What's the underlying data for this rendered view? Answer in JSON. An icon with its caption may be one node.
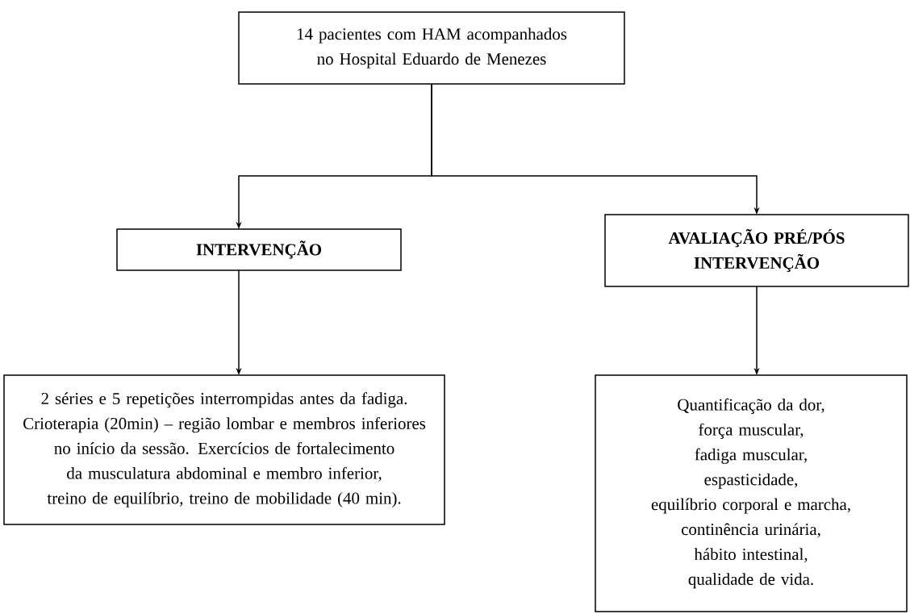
{
  "diagram": {
    "nodes": [
      {
        "text": [
          "14 pacientes com HAM acompanhados no Hospital Eduardo de Menezes"
        ]
      },
      {
        "text": [
          "INTERVENÇÃO"
        ]
      },
      {
        "text": [
          "AVALIAÇÃO PRÉ/PÓS INTERVENÇÃO"
        ]
      },
      {
        "text": [
          "2 séries e 5 repetições interrompidas antes da fadiga.",
          "Crioterapia (20min) – região lombar e membros inferiores no início da sessão. Exercícios de fortalecimento da musculatura abdominal e membro inferior, treino de equilíbrio, treino de mobilidade (40 min)."
        ]
      },
      {
        "text": [
          "Quantificação da dor,",
          "força muscular,",
          "fadiga muscular,",
          "espasticidade,",
          "equilíbrio corporal e marcha,",
          "continência urinária,",
          "hábito intestinal,",
          "qualidade de vida."
        ]
      }
    ],
    "edges": [
      {
        "from": 0,
        "to": 1,
        "arrow": "to"
      },
      {
        "from": 0,
        "to": 2,
        "arrow": "to"
      },
      {
        "from": 1,
        "to": 3,
        "arrow": "to"
      },
      {
        "from": 2,
        "to": 4,
        "arrow": "to"
      }
    ]
  }
}
